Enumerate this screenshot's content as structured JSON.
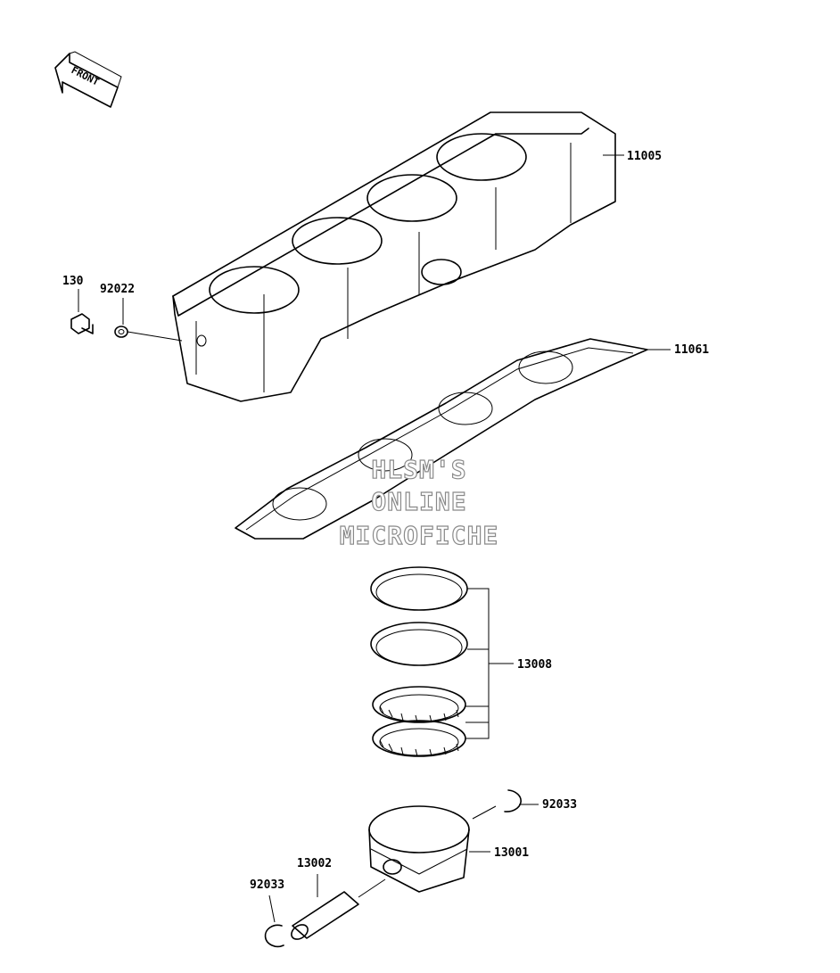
{
  "front_arrow": {
    "text": "FRONT"
  },
  "watermark": {
    "line1": "HLSM'S",
    "line2": "ONLINE",
    "line3": "MICROFICHE"
  },
  "labels": {
    "cylinder": "11005",
    "bolt": "130",
    "washer": "92022",
    "base_gasket": "11061",
    "ring_set": "13008",
    "circlip_right": "92033",
    "piston": "13001",
    "piston_pin": "13002",
    "circlip_left": "92033"
  }
}
